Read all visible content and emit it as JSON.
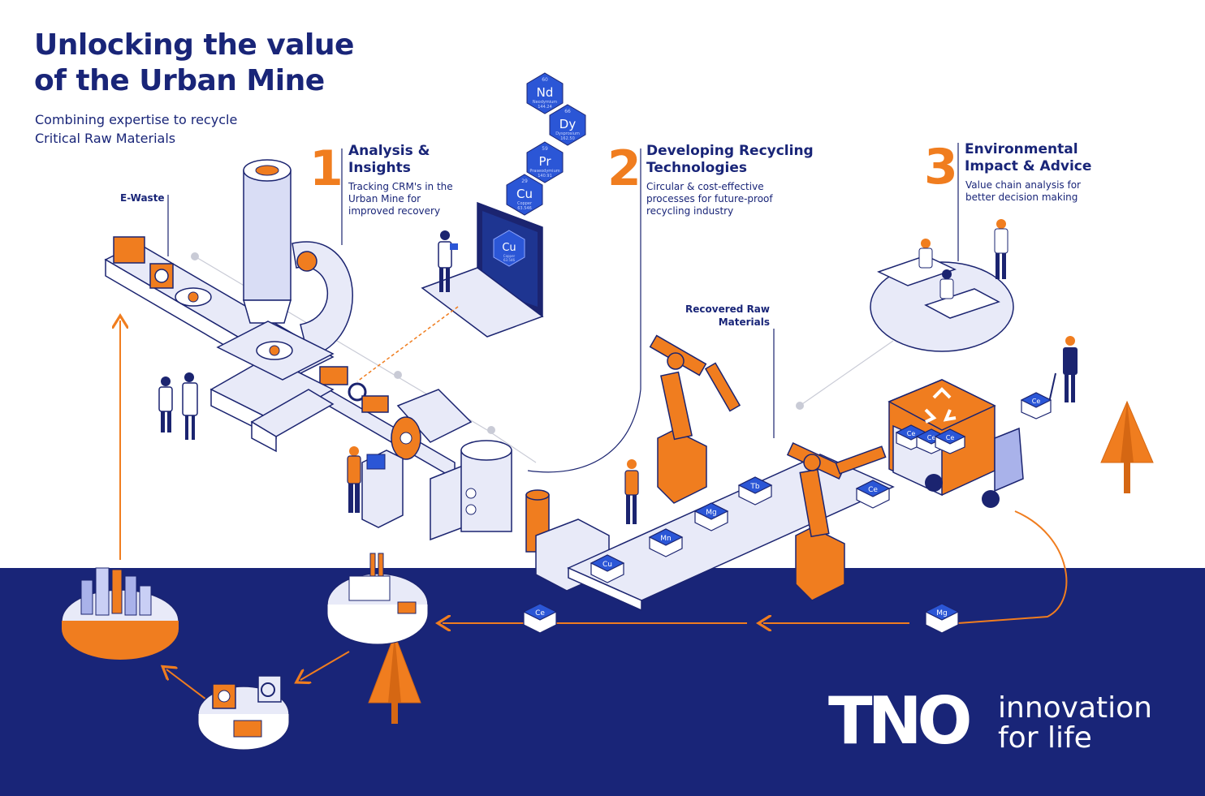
{
  "header": {
    "title_line1": "Unlocking the value",
    "title_line2": "of the Urban Mine",
    "subtitle_line1": "Combining expertise to recycle",
    "subtitle_line2": "Critical Raw Materials"
  },
  "steps": [
    {
      "number": "1",
      "title_line1": "Analysis &",
      "title_line2": "Insights",
      "desc_line1": "Tracking CRM's in the",
      "desc_line2": "Urban Mine for",
      "desc_line3": "improved recovery"
    },
    {
      "number": "2",
      "title_line1": "Developing Recycling",
      "title_line2": "Technologies",
      "desc_line1": "Circular & cost-effective",
      "desc_line2": "processes for future-proof",
      "desc_line3": "recycling industry"
    },
    {
      "number": "3",
      "title_line1": "Environmental",
      "title_line2": "Impact & Advice",
      "desc_line1": "Value chain analysis for",
      "desc_line2": "better decision making"
    }
  ],
  "labels": {
    "ewaste": "E-Waste",
    "recovered_line1": "Recovered Raw",
    "recovered_line2": "Materials"
  },
  "periodic_elements": [
    {
      "number": "60",
      "symbol": "Nd",
      "name": "Neodymium",
      "mass": "144.24"
    },
    {
      "number": "66",
      "symbol": "Dy",
      "name": "Dysprosium",
      "mass": "162.50"
    },
    {
      "number": "59",
      "symbol": "Pr",
      "name": "Praseodymium",
      "mass": "140.91"
    },
    {
      "number": "29",
      "symbol": "Cu",
      "name": "Copper",
      "mass": "63.546"
    }
  ],
  "laptop_screen": {
    "symbol": "Cu",
    "name": "Copper",
    "mass": "63.546"
  },
  "conveyor_tokens": [
    "Cu",
    "Mn",
    "Mg",
    "Tb",
    "Ce"
  ],
  "truck_tokens": [
    "Ce",
    "Ce",
    "Ce"
  ],
  "trolley_token": "Ce",
  "return_tokens": [
    "Ce",
    "Mg"
  ],
  "footer": {
    "logo": "TNO",
    "tagline_line1": "innovation",
    "tagline_line2": "for life"
  },
  "colors": {
    "navy": "#192578",
    "orange": "#f07d1f",
    "element_blue": "#2b56d6",
    "light_lavender": "#e8eaf8",
    "gray_line": "#c9cbd6"
  }
}
